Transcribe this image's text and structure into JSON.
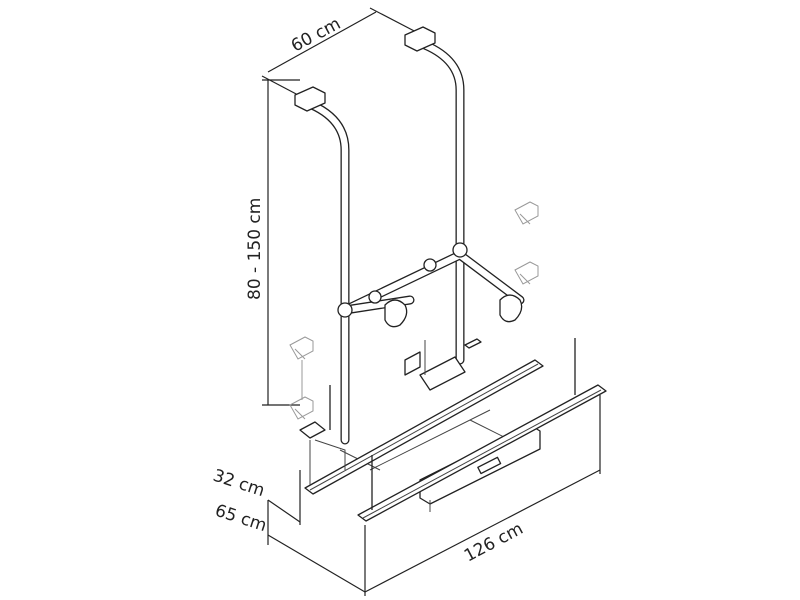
{
  "dimensions": {
    "width_top": "60 cm",
    "height_range": "80 - 150 cm",
    "depth_small": "32 cm",
    "depth_large": "65 cm",
    "width_bottom": "126 cm"
  }
}
